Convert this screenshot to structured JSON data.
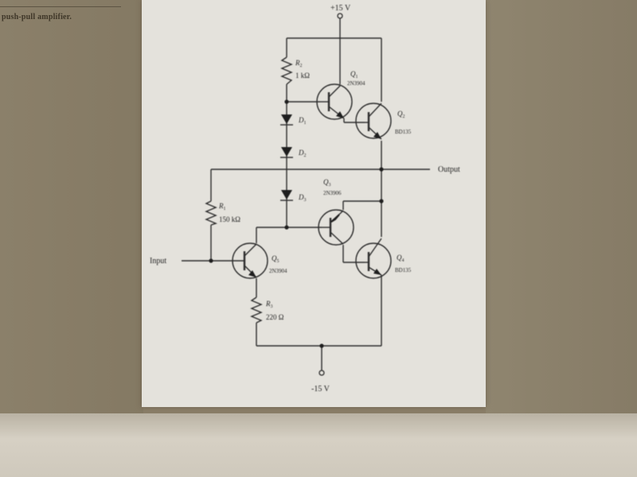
{
  "page": {
    "caption_fragment": "push-pull amplifier."
  },
  "schematic": {
    "supply_pos": "+15 V",
    "supply_neg": "-15 V",
    "input_label": "Input",
    "output_label": "Output",
    "resistors": [
      {
        "id": "R2",
        "letter": "R",
        "sub": "2",
        "value": "1 kΩ"
      },
      {
        "id": "R1",
        "letter": "R",
        "sub": "1",
        "value": "150 kΩ"
      },
      {
        "id": "R3",
        "letter": "R",
        "sub": "3",
        "value": "220 Ω"
      }
    ],
    "diodes": [
      {
        "id": "D1",
        "letter": "D",
        "sub": "1"
      },
      {
        "id": "D2",
        "letter": "D",
        "sub": "2"
      },
      {
        "id": "D3",
        "letter": "D",
        "sub": "3"
      }
    ],
    "transistors": [
      {
        "id": "Q1",
        "letter": "Q",
        "sub": "1",
        "part": "2N3904"
      },
      {
        "id": "Q2",
        "letter": "Q",
        "sub": "2",
        "part": "BD135"
      },
      {
        "id": "Q3",
        "letter": "Q",
        "sub": "3",
        "part": "2N3906"
      },
      {
        "id": "Q4",
        "letter": "Q",
        "sub": "4",
        "part": "BD135"
      },
      {
        "id": "Q5",
        "letter": "Q",
        "sub": "5",
        "part": "2N3904"
      }
    ]
  }
}
